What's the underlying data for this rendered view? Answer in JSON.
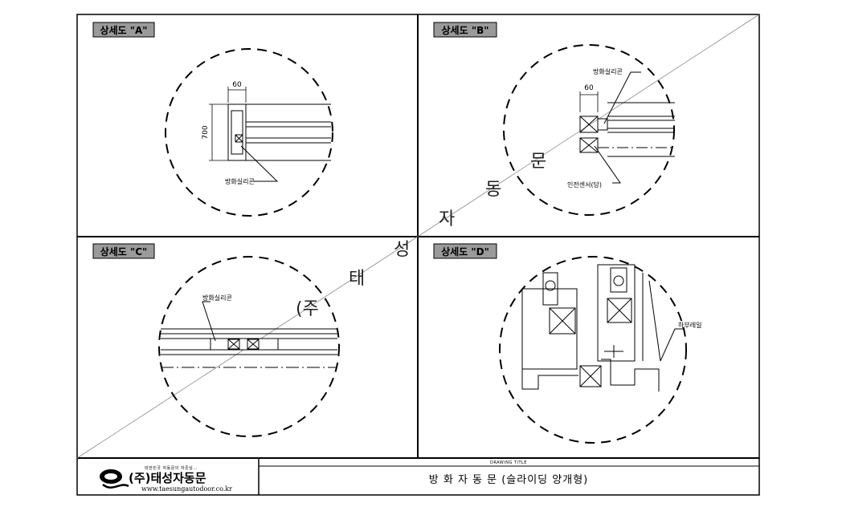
{
  "panels": [
    {
      "id": "A",
      "label": "상세도 \"A\""
    },
    {
      "id": "B",
      "label": "상세도 \"B\""
    },
    {
      "id": "C",
      "label": "상세도 \"C\""
    },
    {
      "id": "D",
      "label": "상세도 \"D\""
    }
  ],
  "annotations": {
    "a_dim_width": "60",
    "a_dim_height": "700",
    "a_callout": "방화실리콘",
    "b_dim_width": "60",
    "b_callout_top": "방화실리콘",
    "b_callout_bottom": "인전센서(당)",
    "c_callout": "방화실리콘",
    "d_callout": "하부레일"
  },
  "watermark": [
    "(주",
    "태",
    "성",
    "자",
    "동",
    "문"
  ],
  "title_block": {
    "company_tagline": "대한민국 자동문의 자존심…",
    "company_name": "(주)태성자동문",
    "website": "www.taesungautodoor.co.kr",
    "drawing_title_header": "DRAWING TITLE",
    "drawing_title": "방 화 자 동 문 (슬라이딩 양개형)"
  }
}
